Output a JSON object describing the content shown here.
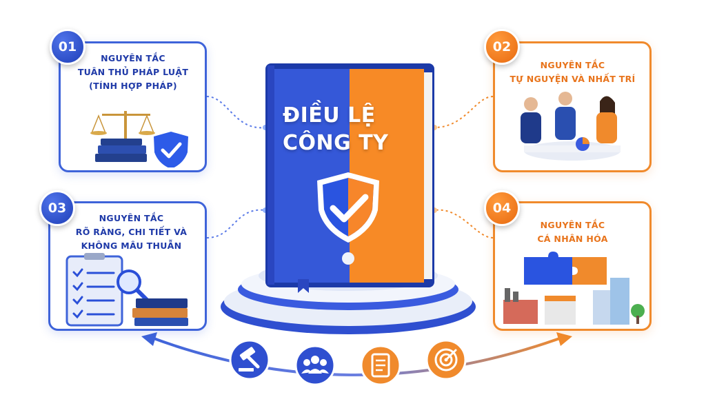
{
  "book": {
    "title_line1": "ĐIỀU LỆ",
    "title_line2": "CÔNG TY"
  },
  "principles": [
    {
      "number": "01",
      "line1": "NGUYÊN TẮC",
      "line2": "TUÂN THỦ PHÁP LUẬT",
      "line3": "(TÍNH HỢP PHÁP)"
    },
    {
      "number": "02",
      "line1": "NGUYÊN TẮC",
      "line2": "TỰ NGUYỆN VÀ NHẤT TRÍ"
    },
    {
      "number": "03",
      "line1": "NGUYÊN TẮC",
      "line2": "RÕ RÀNG, CHI TIẾT VÀ",
      "line3": "KHÔNG MÂU THUẪN"
    },
    {
      "number": "04",
      "line1": "NGUYÊN TẮC",
      "line2": "CÁ NHÂN HÓA"
    }
  ],
  "bottom_icons": [
    "gavel-icon",
    "people-icon",
    "checklist-icon",
    "target-icon"
  ],
  "colors": {
    "blue": "#3e63d9",
    "orange": "#f08a2c",
    "navy": "#1f3aa8"
  }
}
